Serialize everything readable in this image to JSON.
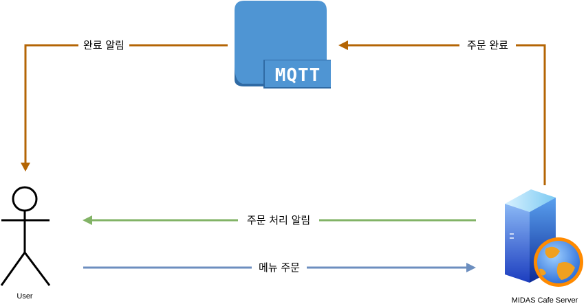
{
  "nodes": {
    "mqtt": {
      "label": "MQTT"
    },
    "user": {
      "label": "User"
    },
    "server": {
      "label": "MIDAS Cafe Server"
    }
  },
  "edges": {
    "done_notify": {
      "label": "완료 알림"
    },
    "order_done": {
      "label": "주문 완료"
    },
    "order_processing_notify": {
      "label": "주문 처리 알림"
    },
    "menu_order": {
      "label": "메뉴 주문"
    }
  },
  "colors": {
    "orange_edge": "#b46504",
    "green_edge": "#82b366",
    "blue_edge": "#6c8ebf",
    "mqtt_blue": "#4f95d3",
    "mqtt_dark": "#2f6aa4"
  }
}
